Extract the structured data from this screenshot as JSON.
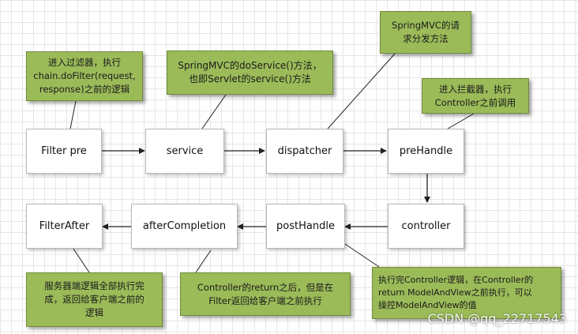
{
  "nodes": {
    "filter_pre": "Filter pre",
    "service": "service",
    "dispatcher": "dispatcher",
    "prehandle": "preHandle",
    "controller": "controller",
    "posthandle": "postHandle",
    "after_completion": "afterCompletion",
    "filter_after": "FilterAfter"
  },
  "notes": {
    "filter_pre": "进入过滤器，执行\nchain.doFilter(request,\nresponse)之前的逻辑",
    "service": "SpringMVC的doService()方法，\n也即Servlet的service()方法",
    "dispatcher": "SpringMVC的请\n求分发方法",
    "prehandle": "进入拦截器，执行\nController之前调用",
    "filter_after": "服务器端逻辑全部执行完\n成，返回给客户端之前的\n逻辑",
    "after_completion": "Controller的return之后，但是在\nFilter返回给客户端之前执行",
    "posthandle": "执行完Controller逻辑，在Controller的\nreturn ModelAndView之前执行，可以\n操控ModelAndView的值"
  },
  "watermark": "CSDN @qq_22717543"
}
